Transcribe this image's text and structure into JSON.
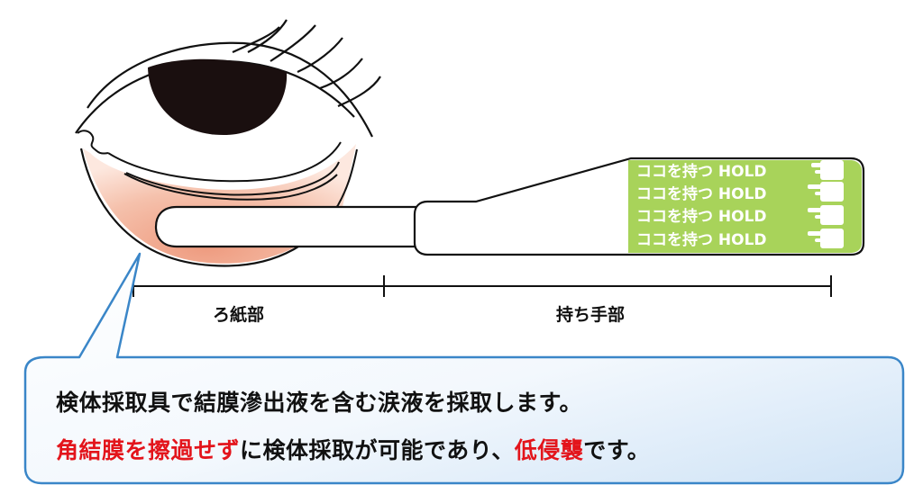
{
  "diagram": {
    "device": {
      "grip_label_lines": [
        "ココを持つ HOLD",
        "ココを持つ HOLD",
        "ココを持つ HOLD",
        "ココを持つ HOLD"
      ],
      "grip_color": "#a8d35a"
    },
    "dimensions": {
      "filter_part_label": "ろ紙部",
      "handle_part_label": "持ち手部"
    },
    "callout": {
      "line1": "検体採取具で結膜滲出液を含む涙液を採取します。",
      "line2_parts": {
        "red_1": "角結膜を擦過せず",
        "black_1": "に検体採取が可能であり、",
        "red_2": "低侵襲",
        "black_2": "です。"
      },
      "border_color": "#3a86c8",
      "highlight_color": "#e3141b"
    }
  }
}
